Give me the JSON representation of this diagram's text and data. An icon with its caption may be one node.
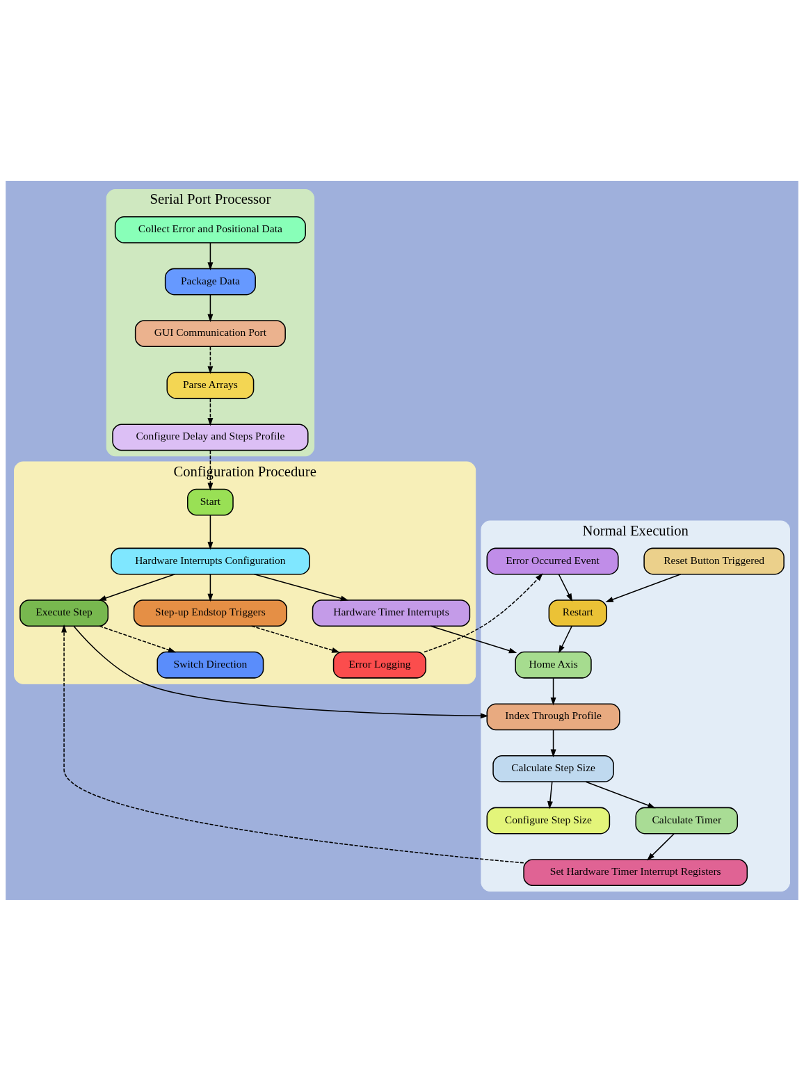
{
  "diagram": {
    "nodes": [
      {
        "text": [
          "Serial Port Processor"
        ]
      },
      {
        "text": [
          "GUI Communication Port"
        ],
        "in": 0
      },
      {
        "text": [
          "Package Data"
        ],
        "in": 0
      },
      {
        "text": [
          "Collect Error and Positional Data"
        ],
        "in": 0
      },
      {
        "text": [
          "Parse Arrays"
        ],
        "in": 0
      },
      {
        "text": [
          "Configure Delay and Steps Profile"
        ],
        "in": 0
      },
      {
        "text": [
          "Configuration Procedure"
        ]
      },
      {
        "text": [
          "Start"
        ],
        "in": 6
      },
      {
        "text": [
          "Hardware Interrupts Configuration"
        ],
        "in": 6
      },
      {
        "text": [
          "Step-up Endstop Triggers"
        ],
        "in": 6
      },
      {
        "text": [
          "Error Logging"
        ],
        "in": 6
      },
      {
        "text": [
          "Execute Step"
        ],
        "in": 6
      },
      {
        "text": [
          "Switch Direction"
        ],
        "in": 6
      },
      {
        "text": [
          "Hardware Timer Interrupts"
        ],
        "in": 6
      },
      {
        "text": [
          "Normal Execution"
        ]
      },
      {
        "text": [
          "Home Axis"
        ],
        "in": 14
      },
      {
        "text": [
          "Configure Step Size"
        ],
        "in": 14
      },
      {
        "text": [
          "Index Through Profile"
        ],
        "in": 14
      },
      {
        "text": [
          "Calculate Step Size"
        ],
        "in": 14
      },
      {
        "text": [
          "Calculate Timer"
        ],
        "in": 14
      },
      {
        "text": [
          "Reset Button Triggered"
        ],
        "in": 14
      },
      {
        "text": [
          "Restart"
        ],
        "in": 14
      },
      {
        "text": [
          "Set Hardware Timer Interrupt Registers"
        ],
        "in": 14
      },
      {
        "text": [
          "Error Occurred Event"
        ],
        "in": 14
      }
    ],
    "edges": [
      {
        "from": 2,
        "to": 1,
        "arrow": "to"
      },
      {
        "from": 3,
        "to": 2,
        "arrow": "to"
      },
      {
        "from": 1,
        "to": 4,
        "arrow": "to",
        "style": "dashed"
      },
      {
        "from": 4,
        "to": 5,
        "arrow": "to",
        "style": "dashed"
      },
      {
        "from": 5,
        "to": 7,
        "arrow": "to",
        "style": "dashed"
      },
      {
        "from": 7,
        "to": 8,
        "arrow": "to"
      },
      {
        "from": 8,
        "to": 9,
        "arrow": "to"
      },
      {
        "from": 8,
        "to": 11,
        "arrow": "to"
      },
      {
        "from": 8,
        "to": 13,
        "arrow": "to"
      },
      {
        "from": 9,
        "to": 10,
        "arrow": "to",
        "style": "dashed"
      },
      {
        "from": 11,
        "to": 12,
        "arrow": "to",
        "style": "dashed"
      },
      {
        "from": 13,
        "to": 15,
        "arrow": "to"
      },
      {
        "from": 11,
        "to": 17,
        "arrow": "to"
      },
      {
        "from": 15,
        "to": 17,
        "arrow": "to"
      },
      {
        "from": 17,
        "to": 18,
        "arrow": "to"
      },
      {
        "from": 18,
        "to": 16,
        "arrow": "to"
      },
      {
        "from": 18,
        "to": 19,
        "arrow": "to"
      },
      {
        "from": 19,
        "to": 22,
        "arrow": "to"
      },
      {
        "from": 20,
        "to": 21,
        "arrow": "to"
      },
      {
        "from": 23,
        "to": 21,
        "arrow": "to"
      },
      {
        "from": 21,
        "to": 15,
        "arrow": "to"
      },
      {
        "from": 22,
        "to": 11,
        "arrow": "to",
        "style": "dashed"
      },
      {
        "from": 10,
        "to": 23,
        "arrow": "to",
        "style": "dashed"
      }
    ]
  }
}
